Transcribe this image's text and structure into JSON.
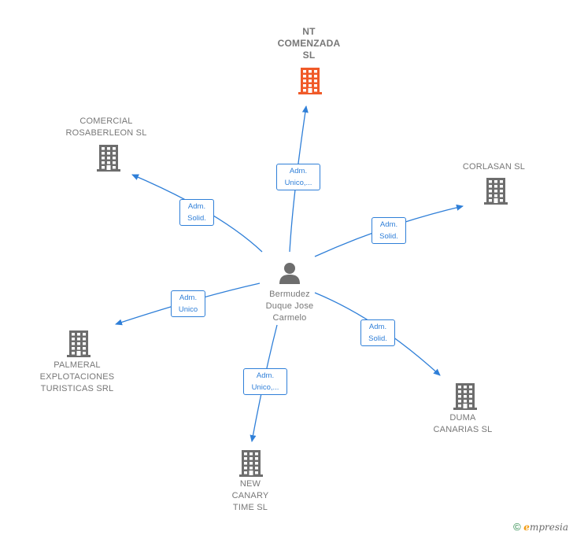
{
  "colors": {
    "edge": "#2f7fd8",
    "building_default": "#6d6d6d",
    "building_highlight": "#f05a28",
    "person": "#6d6d6d",
    "label": "#777777"
  },
  "center": {
    "icon": "person-icon",
    "name_lines": [
      "Bermudez",
      "Duque Jose",
      "Carmelo"
    ]
  },
  "companies": [
    {
      "id": "nt-comenzada",
      "name_lines": [
        "NT",
        "COMENZADA",
        "SL"
      ],
      "highlight": true,
      "icon": "building-icon"
    },
    {
      "id": "comercial-rosaberleon",
      "name_lines": [
        "COMERCIAL",
        "ROSABERLEON SL"
      ],
      "highlight": false,
      "icon": "building-icon"
    },
    {
      "id": "corlasan",
      "name_lines": [
        "CORLASAN SL"
      ],
      "highlight": false,
      "icon": "building-icon"
    },
    {
      "id": "palmeral",
      "name_lines": [
        "PALMERAL",
        "EXPLOTACIONES",
        "TURISTICAS SRL"
      ],
      "highlight": false,
      "icon": "building-icon"
    },
    {
      "id": "duma-canarias",
      "name_lines": [
        "DUMA",
        "CANARIAS SL"
      ],
      "highlight": false,
      "icon": "building-icon"
    },
    {
      "id": "new-canary-time",
      "name_lines": [
        "NEW",
        "CANARY",
        "TIME  SL"
      ],
      "highlight": false,
      "icon": "building-icon"
    }
  ],
  "relations": [
    {
      "target": "nt-comenzada",
      "label_lines": [
        "Adm.",
        "Unico,..."
      ]
    },
    {
      "target": "comercial-rosaberleon",
      "label_lines": [
        "Adm.",
        "Solid."
      ]
    },
    {
      "target": "corlasan",
      "label_lines": [
        "Adm.",
        "Solid."
      ]
    },
    {
      "target": "palmeral",
      "label_lines": [
        "Adm.",
        "Unico"
      ]
    },
    {
      "target": "duma-canarias",
      "label_lines": [
        "Adm.",
        "Solid."
      ]
    },
    {
      "target": "new-canary-time",
      "label_lines": [
        "Adm.",
        "Unico,..."
      ]
    }
  ],
  "footer": {
    "copyright_symbol": "©",
    "brand_initial": "e",
    "brand_rest": "mpresia"
  }
}
